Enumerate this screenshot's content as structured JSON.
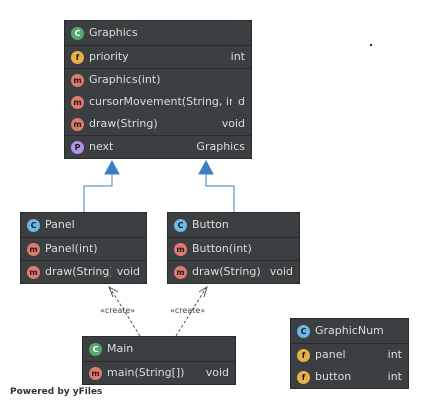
{
  "nodes": {
    "graphics": {
      "title": "Graphics",
      "field_priority": {
        "name": "priority",
        "type": "int"
      },
      "ctor": {
        "name": "Graphics(int)"
      },
      "method_cursor": {
        "name": "cursorMovement(String, int)",
        "type": "d"
      },
      "method_draw": {
        "name": "draw(String)",
        "type": "void"
      },
      "prop_next": {
        "name": "next",
        "type": "Graphics"
      }
    },
    "panel": {
      "title": "Panel",
      "ctor": {
        "name": "Panel(int)"
      },
      "method_draw": {
        "name": "draw(String)",
        "type": "void"
      }
    },
    "button": {
      "title": "Button",
      "ctor": {
        "name": "Button(int)"
      },
      "method_draw": {
        "name": "draw(String)",
        "type": "void"
      }
    },
    "main": {
      "title": "Main",
      "method_main": {
        "name": "main(String[])",
        "type": "void"
      }
    },
    "graphicnum": {
      "title": "GraphicNum",
      "field_panel": {
        "name": "panel",
        "type": "int"
      },
      "field_button": {
        "name": "button",
        "type": "int"
      }
    }
  },
  "icons": {
    "abstract_class": "C",
    "class": "C",
    "field": "f",
    "method": "m",
    "property": "P"
  },
  "edges": {
    "create_label_1": "«create»",
    "create_label_2": "«create»"
  },
  "footer": "Powered by yFiles",
  "colors": {
    "node_bg": "#3c3f41",
    "arrow": "#3b7fc4",
    "dependency": "#555555"
  }
}
